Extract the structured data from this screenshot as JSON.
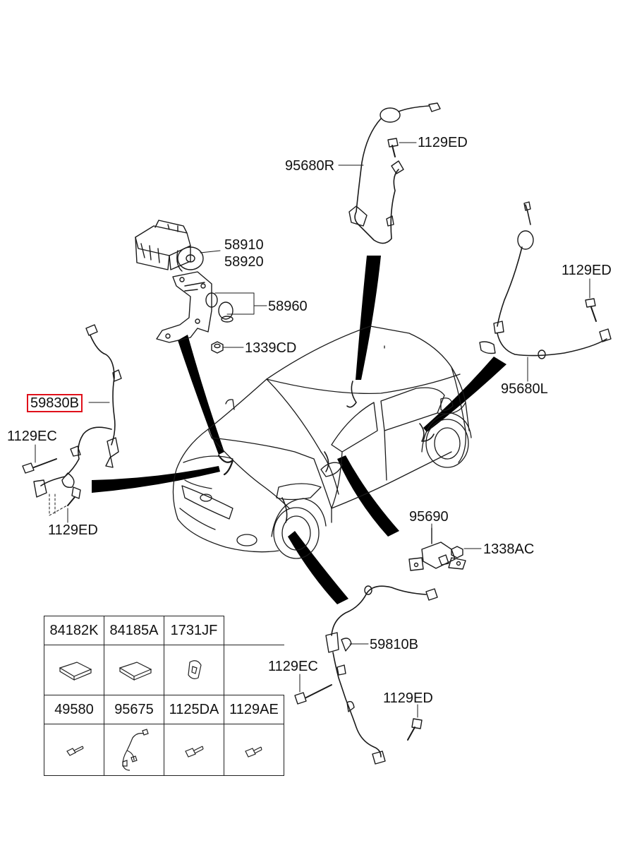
{
  "callouts": {
    "sensor_rr": "95680R",
    "bolt_rr": "1129ED",
    "hecu_1": "58910",
    "hecu_2": "58920",
    "bracket": "58960",
    "nut_bracket": "1339CD",
    "bolt_rl": "1129ED",
    "sensor_rl": "95680L",
    "sensor_fl": "59830B",
    "bolt_fl_ec": "1129EC",
    "bolt_fl_ed": "1129ED",
    "yaw_sensor": "95690",
    "nut_yaw": "1338AC",
    "sensor_fr": "59810B",
    "bolt_fr_ec": "1129EC",
    "bolt_fr_ed": "1129ED"
  },
  "highlight_color": "#e0101a",
  "parts_table": {
    "row1": [
      "84182K",
      "84185A",
      "1731JF",
      ""
    ],
    "row2": [
      "49580",
      "95675",
      "1125DA",
      "1129AE"
    ],
    "row1_icons": [
      "pad-icon",
      "pad-icon",
      "clip-icon"
    ],
    "row2_icons": [
      "bolt-icon",
      "harness-icon",
      "bolt-icon",
      "bolt-icon"
    ]
  }
}
